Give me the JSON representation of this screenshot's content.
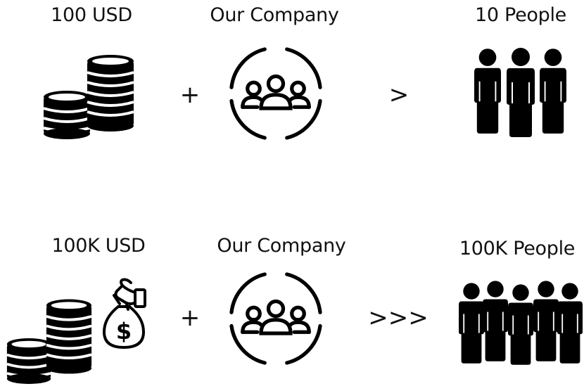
{
  "rows": [
    {
      "money": "100 USD",
      "company": "Our Company",
      "people": "10 People",
      "op_plus": "+",
      "op_compare": ">"
    },
    {
      "money": "100K USD",
      "company": "Our Company",
      "people": "100K People",
      "op_plus": "+",
      "op_compare": ">>>"
    }
  ],
  "icons": {
    "coins": "coin-stack-icon",
    "team": "team-circle-icon",
    "people": "crowd-icon",
    "moneybag": "money-bag-hand-icon"
  },
  "colors": {
    "ink": "#000000",
    "background": "#ffffff"
  }
}
